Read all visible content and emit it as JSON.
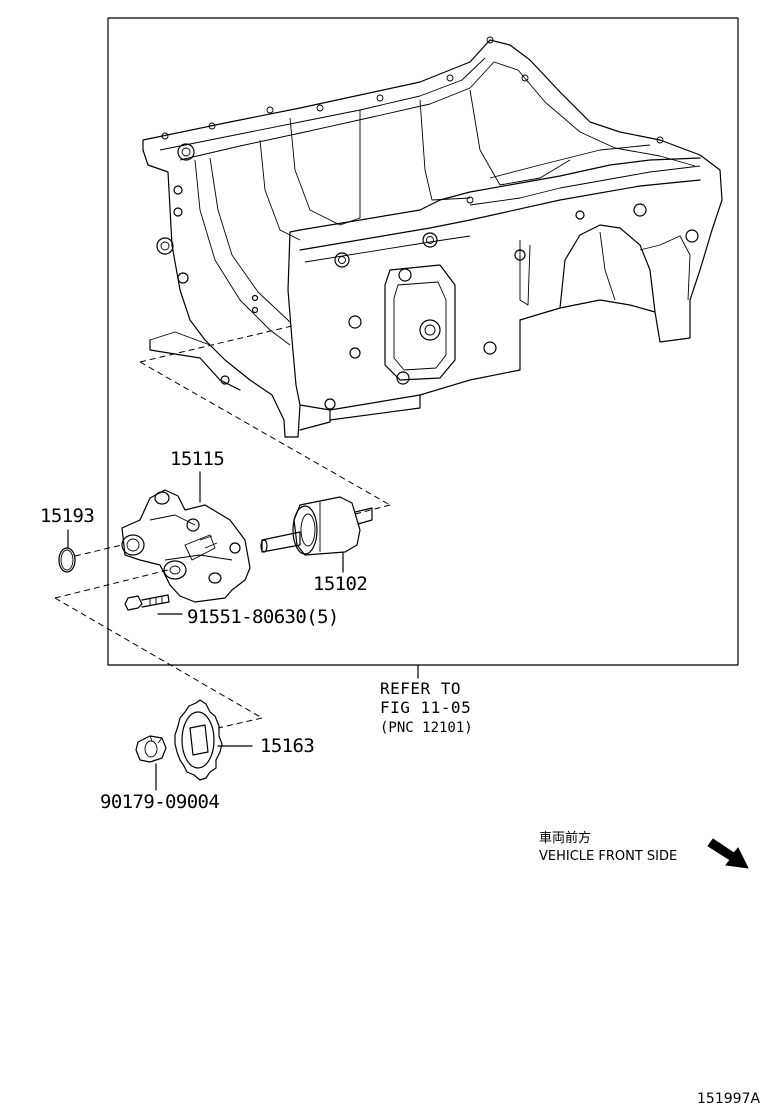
{
  "parts": {
    "p15115": "15115",
    "p15193": "15193",
    "p15102": "15102",
    "p91551": "91551-80630(5)",
    "p15163": "15163",
    "p90179": "90179-09004"
  },
  "reference": {
    "line1": "REFER TO",
    "line2": "FIG 11-05",
    "line3": "(PNC 12101)"
  },
  "orientation": {
    "japanese": "車両前方",
    "english": "VEHICLE FRONT SIDE",
    "icon": "arrow-down-right-icon"
  },
  "diagram_id": "151997A"
}
